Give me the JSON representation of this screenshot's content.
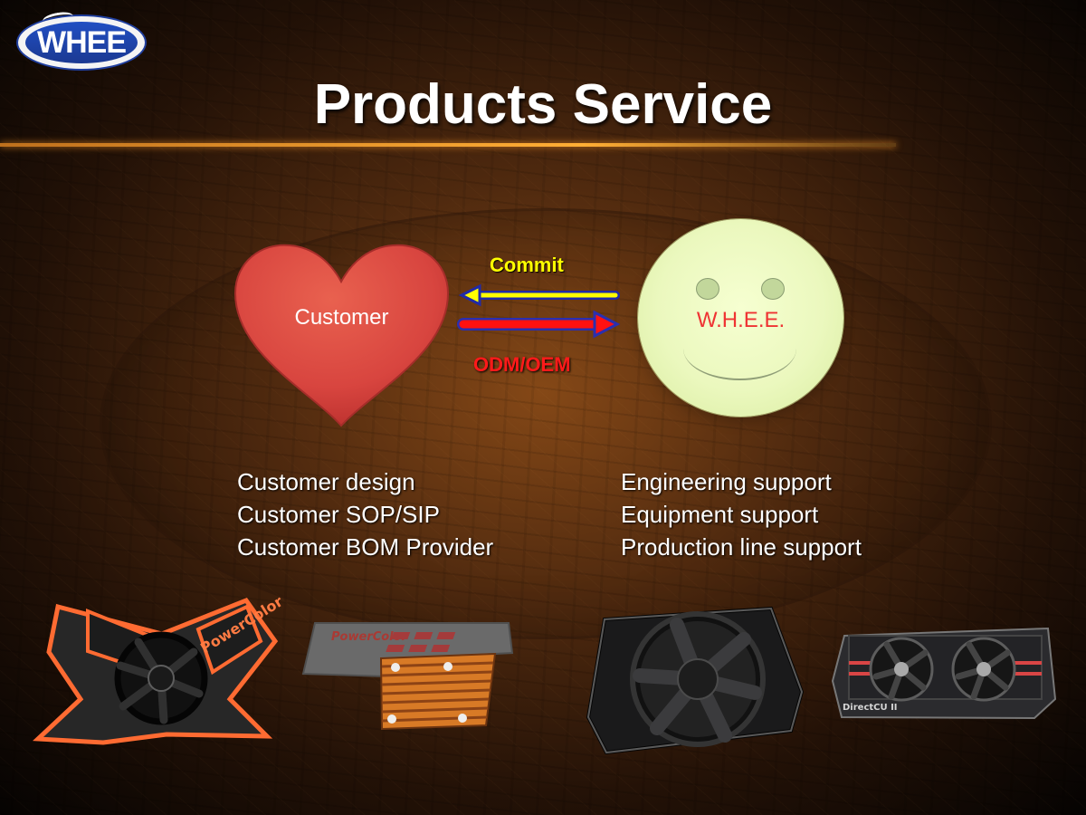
{
  "logo": {
    "text": "WHEE"
  },
  "page": {
    "title": "Products Service"
  },
  "diagram": {
    "customer_label": "Customer",
    "partner_label": "W.H.E.E.",
    "commit_label": "Commit",
    "odm_oem_label": "ODM/OEM"
  },
  "services": {
    "customer_items": [
      "Customer design",
      "Customer SOP/SIP",
      "Customer BOM Provider"
    ],
    "whee_items": [
      "Engineering support",
      "Equipment support",
      "Production line support"
    ]
  },
  "products": {
    "brand_labels": [
      "PowerColor",
      "PowerColor",
      "DirectCU II"
    ]
  },
  "colors": {
    "accent_line": "#ffae35",
    "heart": "#d8453f",
    "smiley": "#edf9c2",
    "commit": "#ffff00",
    "odm_oem": "#ff1a1a"
  }
}
